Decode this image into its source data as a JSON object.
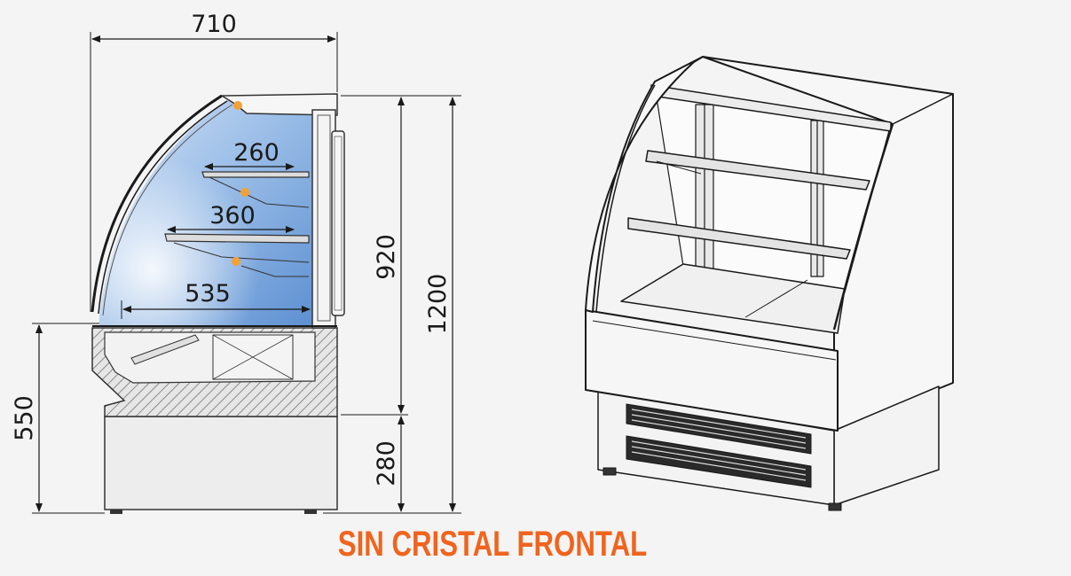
{
  "dimensions": {
    "total_depth": "710",
    "upper_shelf_depth": "260",
    "middle_shelf_depth": "360",
    "base_depth": "535",
    "display_height": "920",
    "total_height": "1200",
    "counter_height": "550",
    "base_height": "280"
  },
  "caption": "SIN CRISTAL FRONTAL",
  "colors": {
    "caption": "#f0641e",
    "glass_top": "#bcd3f0",
    "glass_bottom": "#6f9fd8",
    "light_dot": "#f0a238",
    "line": "#1a1a1a",
    "hatch": "#9a9a9a"
  }
}
